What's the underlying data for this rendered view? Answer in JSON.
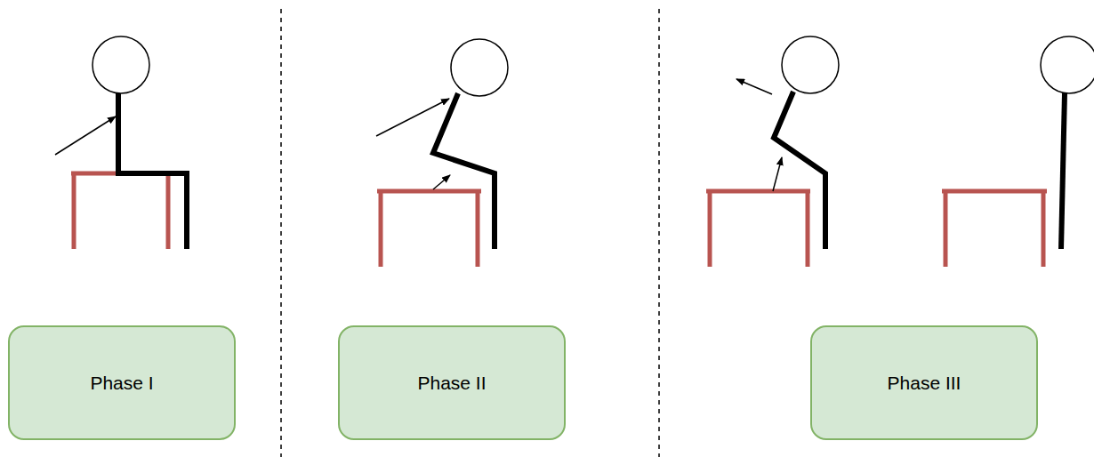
{
  "diagram": {
    "nodes": [
      {
        "text": [
          "Phase I"
        ]
      },
      {
        "text": [
          "Phase II"
        ]
      },
      {
        "text": [
          "Phase III"
        ]
      }
    ]
  }
}
